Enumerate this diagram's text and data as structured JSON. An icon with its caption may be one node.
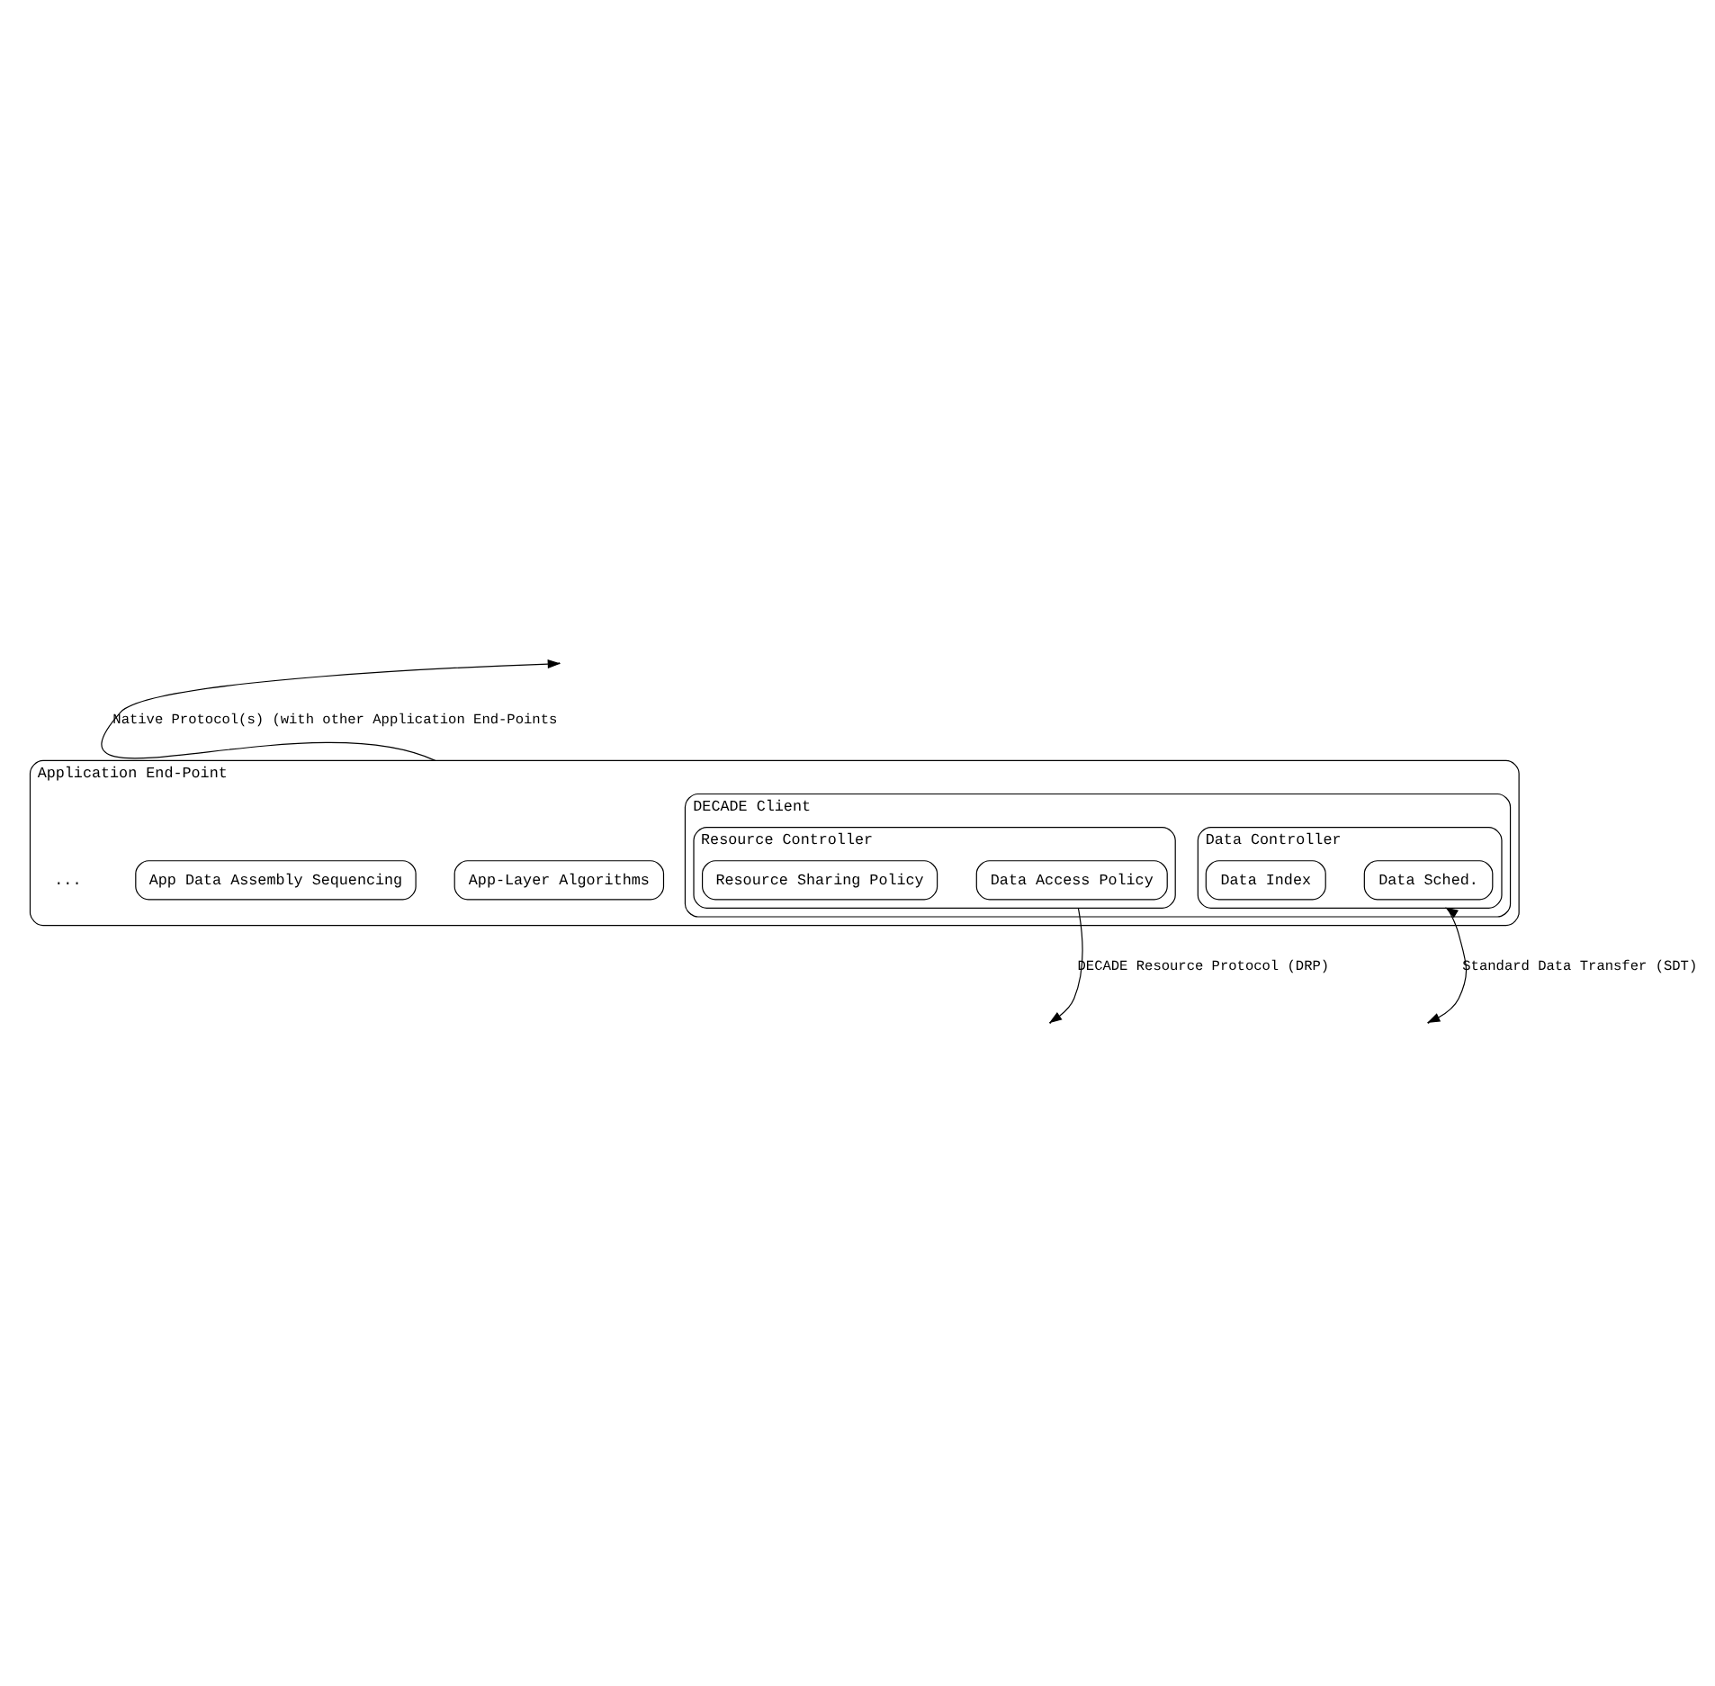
{
  "diagram": {
    "nodes": [
      {
        "text": [
          "Application End-Point"
        ]
      },
      {
        "text": [
          "App-Layer Algorithms"
        ],
        "in": 0
      },
      {
        "text": [
          "App Data Assembly Sequencing"
        ],
        "in": 0
      },
      {
        "text": [
          "DECADE Client"
        ],
        "in": 0
      },
      {
        "text": [
          "Resource Controller"
        ],
        "in": 3
      },
      {
        "text": [
          "Data Access Policy"
        ],
        "in": 4
      },
      {
        "text": [
          "Resource Sharing Policy"
        ],
        "in": 4
      },
      {
        "text": [
          "Data Controller"
        ],
        "in": 3
      },
      {
        "text": [
          "Data Sched."
        ],
        "in": 7
      },
      {
        "text": [
          "Data Index"
        ],
        "in": 7
      }
    ],
    "edges": [
      {
        "from": 0,
        "to": null,
        "arrow": "to",
        "label": "Native Protocol(s) (with other Application End-Points"
      },
      {
        "from": 4,
        "to": null,
        "arrow": "to",
        "label": "DECADE Resource Protocol (DRP)"
      },
      {
        "from": null,
        "to": 7,
        "arrow": "both",
        "label": "Standard Data Transfer (SDT)"
      }
    ],
    "labels": [
      "..."
    ]
  }
}
